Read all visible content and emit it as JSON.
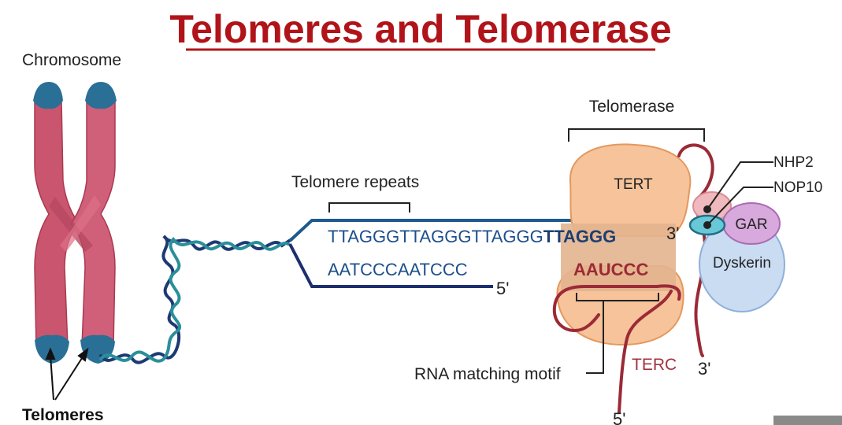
{
  "title": "Telomeres and Telomerase",
  "labels": {
    "chromosome": "Chromosome",
    "telomeres": "Telomeres",
    "telomere_repeats": "Telomere repeats",
    "telomerase": "Telomerase",
    "tert": "TERT",
    "nhp2": "NHP2",
    "nop10": "NOP10",
    "gar": "GAR",
    "dyskerin": "Dyskerin",
    "terc": "TERC",
    "rna_matching_motif": "RNA matching motif"
  },
  "sequences": {
    "top_strand_plain": "TTAGGGTTAGGGTTAGGG",
    "top_strand_bold": "TTAGGG",
    "bottom_strand": "AATCCCAATCCC",
    "rna_template": "AAUCCC"
  },
  "ends": {
    "dna_top_3prime": "3'",
    "dna_bottom_5prime": "5'",
    "terc_3prime": "3'",
    "terc_5prime": "5'"
  },
  "colors": {
    "title": "#b0141a",
    "chromosome_body": "#c9566e",
    "telomere_cap": "#2a6f96",
    "dna_dark": "#1d3a72",
    "dna_teal": "#2a8f9a",
    "tert": "#f6c39a",
    "dyskerin": "#c9dcf2",
    "gar": "#d8a9dc",
    "nop10": "#69c8d6",
    "nhp2": "#f0b9bd",
    "terc": "#9b2a36"
  }
}
